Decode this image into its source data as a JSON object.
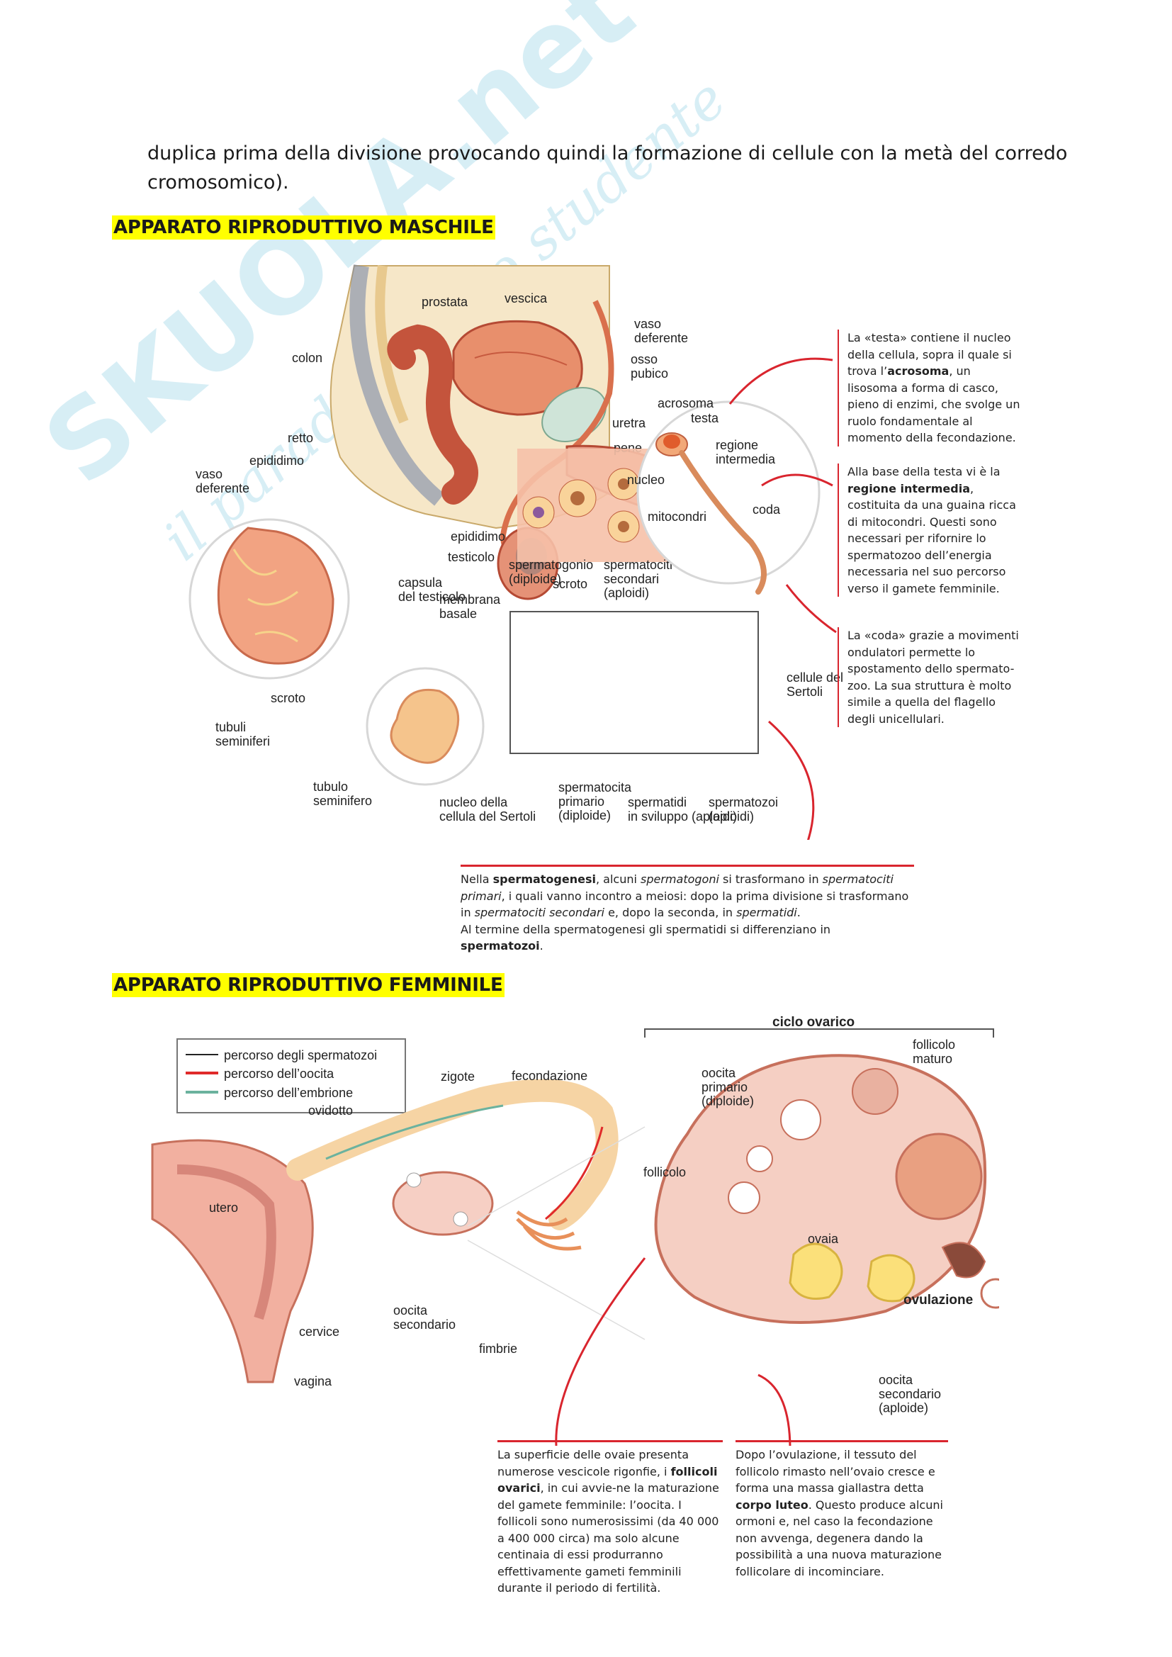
{
  "intro": {
    "line1": "duplica prima della divisione provocando quindi la formazione di cellule con la metà del corredo",
    "line2": "cromosomico)."
  },
  "watermark": {
    "brand": "SKUOLA.net",
    "tagline": "il paradiso dello studente"
  },
  "male": {
    "heading": "APPARATO RIPRODUTTIVO MASCHILE",
    "labels": {
      "prostata": "prostata",
      "vescica": "vescica",
      "vaso_deferente_top": "vaso\ndeferente",
      "colon": "colon",
      "osso_pubico": "osso\npubico",
      "retto": "retto",
      "uretra": "uretra",
      "pene": "pene",
      "epididimo_top": "epididimo",
      "vaso_deferente_left": "vaso\ndeferente",
      "epididimo": "epididimo",
      "testicolo": "testicolo",
      "scroto_top": "scroto",
      "capsula": "capsula\ndel testicolo",
      "scroto": "scroto",
      "tubuli": "tubuli\nseminiferi",
      "tubulo": "tubulo\nseminifero",
      "membrana": "membrana\nbasale",
      "spermatogonio": "spermatogonio\n(diploide)",
      "spermatociti_sec": "spermatociti\nsecondari\n(aploidi)",
      "cellule_sertoli": "cellule del\nSertoli",
      "spermatocita_prim": "spermatocita\nprimario\n(diploide)",
      "nucleo_sertoli": "nucleo della\ncellula del Sertoli",
      "spermatidi": "spermatidi\nin sviluppo (aploidi)",
      "spermatozoi": "spermatozoi\n(aploidi)",
      "acrosoma": "acrosoma",
      "testa": "testa",
      "regione_intermedia": "regione\nintermedia",
      "nucleo": "nucleo",
      "mitocondri": "mitocondri",
      "coda": "coda"
    },
    "callouts": {
      "testa_a": "La «testa» contiene il nucleo della cellula, sopra il quale si trova l’",
      "testa_b": "acrosoma",
      "testa_c": ", un lisosoma a forma di casco, pieno di enzimi, che svolge un ruolo fondamentale al momento della fecondazione.",
      "int_a": "Alla base della testa vi è la ",
      "int_b": "regione intermedia",
      "int_c": ", costituita da una guaina ricca di mitocondri. Questi sono necessari per rifornire lo spermatozoo dell’energia necessaria nel suo percorso verso il gamete femminile.",
      "coda": "La «coda» grazie a movimenti ondulatori permette lo spostamento dello spermato-zoo. La sua struttura è molto simile a quella del flagello degli unicellulari.",
      "sg_1": "Nella ",
      "sg_2": "spermatogenesi",
      "sg_3": ", alcuni ",
      "sg_4": "spermatogoni",
      "sg_5": " si trasformano in ",
      "sg_6": "spermatociti primari",
      "sg_7": ", i quali vanno incontro a meiosi: dopo la prima divisione si trasformano in ",
      "sg_8": "spermatociti secondari",
      "sg_9": " e, dopo la seconda, in ",
      "sg_10": "spermatidi",
      "sg_11": ".",
      "sg_12": "Al termine della spermatogenesi gli spermatidi si differenziano in ",
      "sg_13": "spermatozoi",
      "sg_14": "."
    }
  },
  "female": {
    "heading": "APPARATO RIPRODUTTIVO FEMMINILE",
    "legend": {
      "sperm": "percorso degli spermatozoi",
      "oocita": "percorso dell’oocita",
      "embrione": "percorso dell’embrione"
    },
    "labels": {
      "zigote": "zigote",
      "fecondazione": "fecondazione",
      "ovidotto": "ovidotto",
      "utero": "utero",
      "cervice": "cervice",
      "vagina": "vagina",
      "oocita_sec": "oocita\nsecondario",
      "fimbrie": "fimbrie",
      "ciclo": "ciclo ovarico",
      "oocita_prim": "oocita\nprimario\n(diploide)",
      "follicolo_maturo": "follicolo\nmaturo",
      "follicolo": "follicolo",
      "ovaia": "ovaia",
      "ovulazione": "ovulazione",
      "oocita_sec2": "oocita\nsecondario\n(aploide)"
    },
    "callouts": {
      "fol_a": "La superficie delle ovaie presenta numerose vescicole rigonfie, i ",
      "fol_b": "follicoli ovarici",
      "fol_c": ", in cui avvie-ne la maturazione del gamete femminile: l’oocita. I follicoli sono numerosissimi (da 40 000 a 400 000 circa) ma solo alcune centinaia di essi produrranno effettivamente gameti femminili durante il periodo di fertilità.",
      "cl_a": "Dopo l’ovulazione, il tessuto del follicolo rimasto nell’ovaio cresce e forma una massa giallastra detta ",
      "cl_b": "corpo luteo",
      "cl_c": ". Questo produce alcuni ormoni e, nel caso la fecondazione non avvenga, degenera dando la possibilità a una nuova maturazione follicolare di incominciare."
    }
  }
}
